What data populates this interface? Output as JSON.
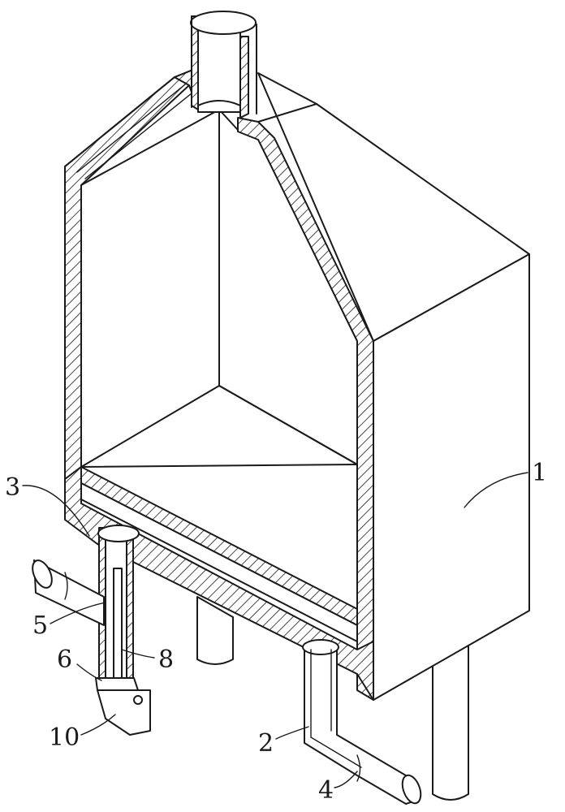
{
  "labels": {
    "l1": "1",
    "l2": "2",
    "l3": "3",
    "l4": "4",
    "l5": "5",
    "l6": "6",
    "l8": "8",
    "l10": "10"
  }
}
